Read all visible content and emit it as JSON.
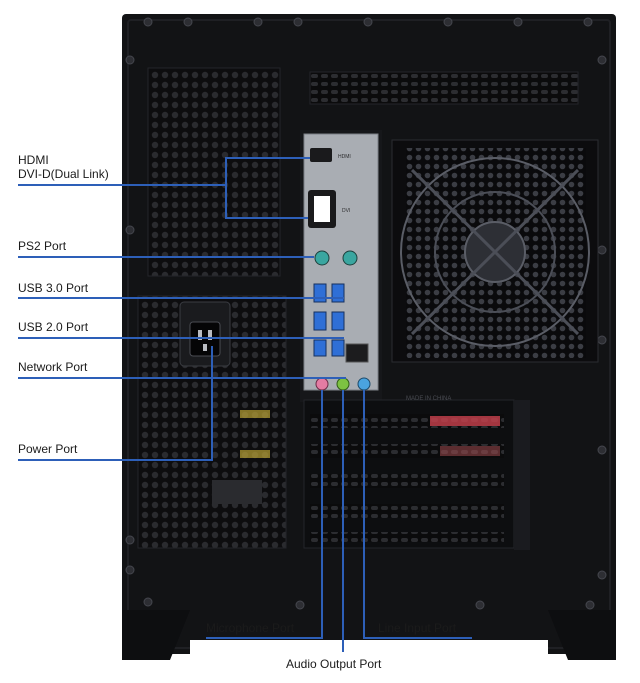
{
  "labels": {
    "hdmi": "HDMI",
    "dvi": "DVI-D(Dual Link)",
    "ps2": "PS2 Port",
    "usb3": "USB 3.0 Port",
    "usb2": "USB 2.0 Port",
    "network": "Network Port",
    "power": "Power Port",
    "microphone": "Microphone Port",
    "line_input": "Line Input Port",
    "audio_output": "Audio Output Port"
  },
  "io_shield_text": {
    "hdmi_mark": "HDMI",
    "dvi_mark": "DVI",
    "made_in": "MADE IN CHINA"
  },
  "colors": {
    "callout_line": "#2d5fb8",
    "case_body": "#111214",
    "io_shield": "#a9adb3",
    "usb3_blue": "#2f6fd6",
    "ps2_teal": "#3aa6a0",
    "audio_pink": "#e37ca3",
    "audio_green": "#7dc242",
    "audio_blue": "#4aa3df"
  }
}
